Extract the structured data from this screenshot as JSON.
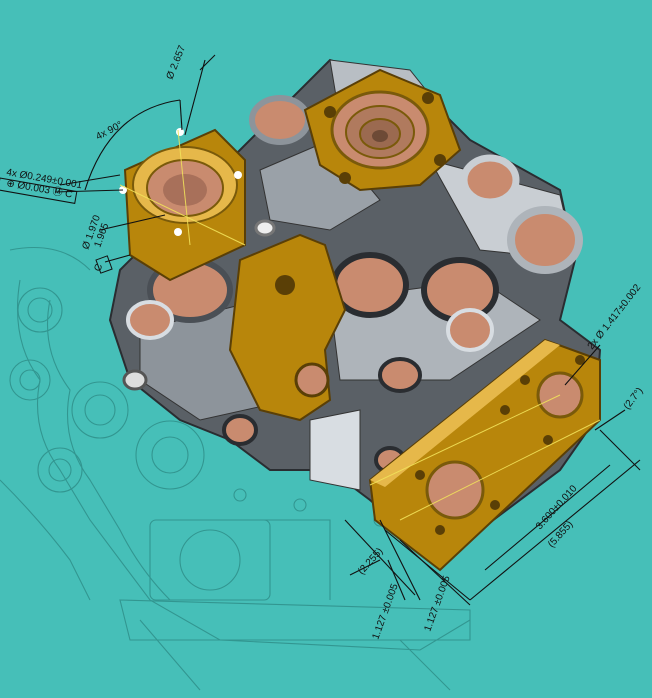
{
  "colors": {
    "background": "#46bfb8",
    "blueprint_line": "#2f8f8a",
    "gold": "#b8860b",
    "gold_light": "#e6b84a",
    "copper": "#c98b6f",
    "steel_dark": "#4a4f55",
    "steel_light": "#d8dde2",
    "dimension_line": "#111111",
    "annotation_yellow": "#f2e25a"
  },
  "annotations": {
    "dia_2657": "Ø 2.657",
    "angle_90": "4x 90°",
    "hole_callout": "4x Ø0.249±0.001",
    "position_tol": "⊕ Ø0.003 Ⓜ C",
    "dia_1970": "Ø 1.970",
    "dia_1965": "1.965",
    "datum_c": "C",
    "bore_callout": "2x Ø 1.417±0.002",
    "ref_27": "(2.7°)",
    "dim_3600": "3.600±0.010",
    "dim_5855": "(5.855)",
    "dim_2255": "(2.255)",
    "dim_1127_a": "1.127 ±0.005",
    "dim_1127_b": "1.127 ±0.005"
  }
}
